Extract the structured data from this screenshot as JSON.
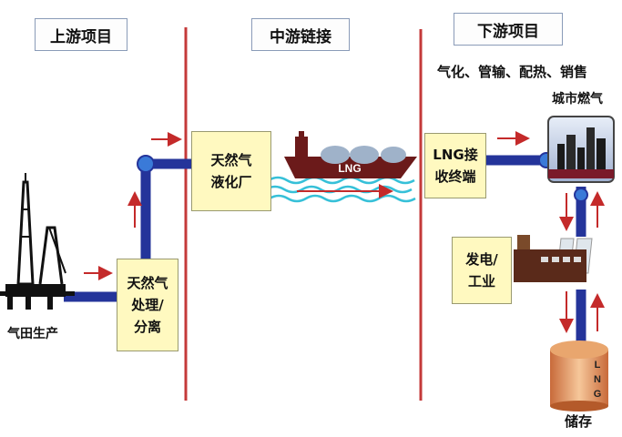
{
  "sections": {
    "upstream": "上游项目",
    "midstream": "中游链接",
    "downstream": "下游项目"
  },
  "boxes": {
    "processing": [
      "天然气",
      "处理/",
      "分离"
    ],
    "liquefaction": [
      "天然气",
      "液化厂"
    ],
    "terminal": [
      "LNG接",
      "收终端"
    ],
    "power": [
      "发电/",
      "工业"
    ]
  },
  "labels": {
    "gas_field": "气田生产",
    "downstream_uses": "气化、管输、配热、销售",
    "city_gas": "城市燃气",
    "storage": "储存",
    "ship_text": "LNG",
    "tank_text": [
      "L",
      "N",
      "G"
    ]
  },
  "colors": {
    "pipe": "#24349a",
    "divider": "#c43a3a",
    "arrow": "#c42a2a",
    "box_fill": "#fff9c0",
    "water": "#36c0d8"
  }
}
